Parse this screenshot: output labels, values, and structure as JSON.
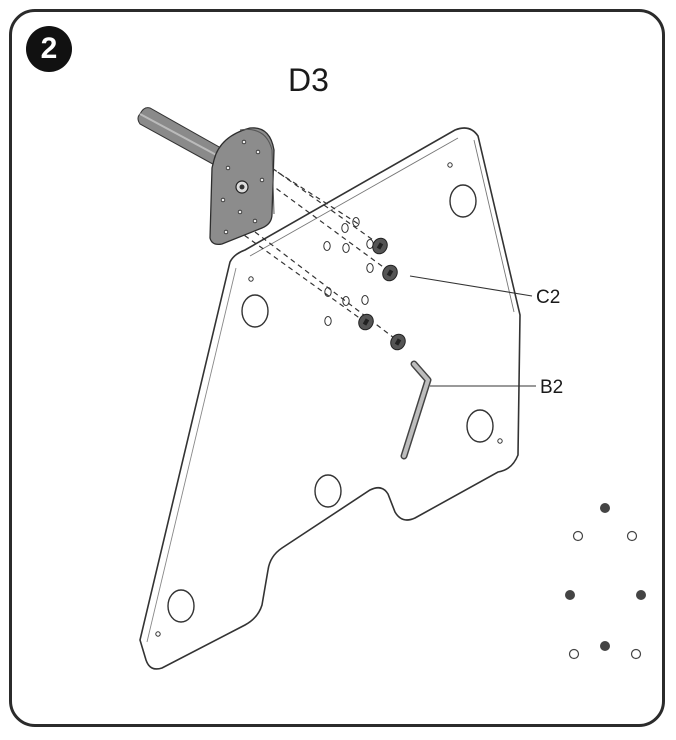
{
  "step": {
    "number": "2"
  },
  "part_title": "D3",
  "callouts": {
    "c2": "C2",
    "b2": "B2"
  }
}
